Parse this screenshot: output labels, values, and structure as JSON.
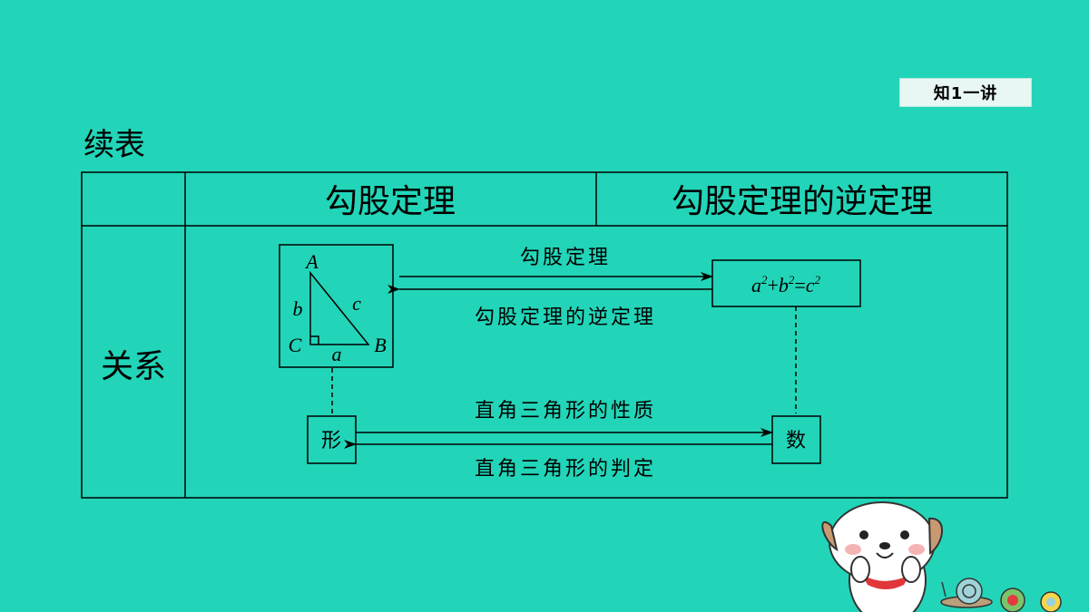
{
  "badge": "知1一讲",
  "title": "续表",
  "table": {
    "header": [
      "勾股定理",
      "勾股定理的逆定理"
    ],
    "row_label": "关系"
  },
  "triangle": {
    "A": "A",
    "B": "B",
    "C": "C",
    "a": "a",
    "b": "b",
    "c": "c"
  },
  "formula": {
    "a": "a",
    "b": "b",
    "c": "c",
    "exp": "2",
    "plus": "+",
    "eq": "="
  },
  "arrows": {
    "top_forward": "勾股定理",
    "top_backward": "勾股定理的逆定理",
    "bottom_forward": "直角三角形的性质",
    "bottom_backward": "直角三角形的判定"
  },
  "boxes": {
    "shape": "形",
    "number": "数"
  }
}
